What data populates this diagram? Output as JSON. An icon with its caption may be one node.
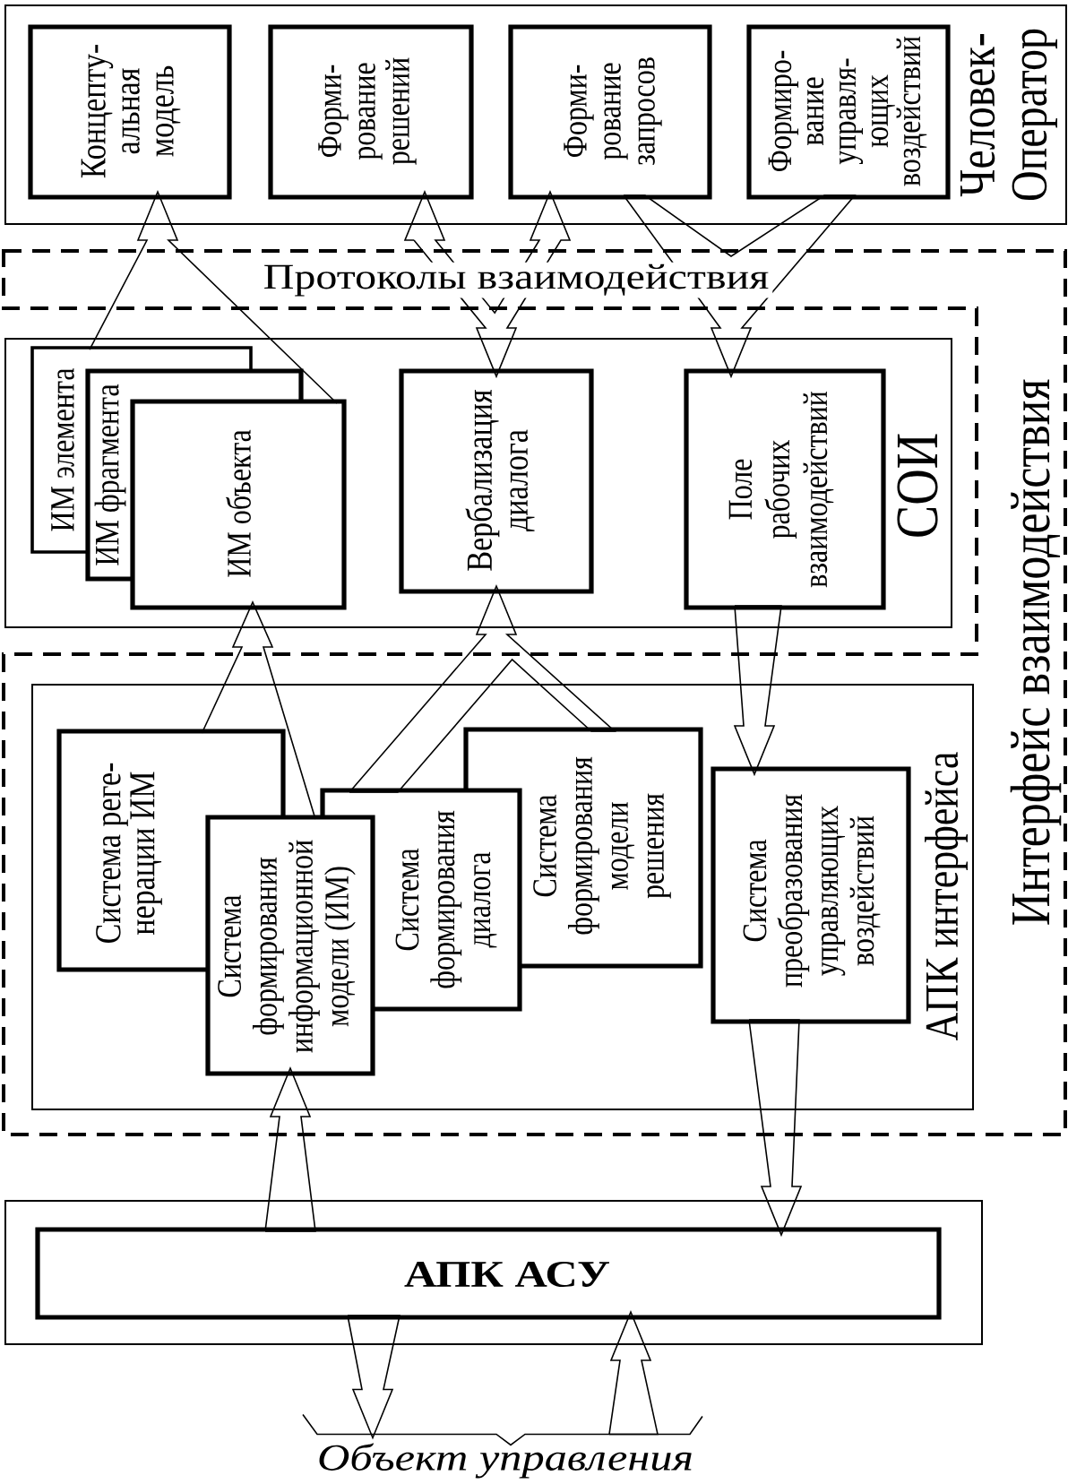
{
  "diagram": {
    "nodes": [
      {
        "text": [
          "Человек- Оператор"
        ]
      },
      {
        "text": [
          "Концепту- альная модель"
        ],
        "in": 0
      },
      {
        "text": [
          "Форми- рование решений"
        ],
        "in": 0
      },
      {
        "text": [
          "Форми- рование запросов"
        ],
        "in": 0
      },
      {
        "text": [
          "Формиро- вание управля- ющих воздействий"
        ],
        "in": 0
      },
      {
        "text": [
          "Протоколы взаимодействия",
          "Интерфейс взаимодействия"
        ]
      },
      {
        "text": [
          "СОИ"
        ],
        "in": 5
      },
      {
        "text": [
          "ИМ элемента"
        ],
        "in": 6
      },
      {
        "text": [
          "ИМ фрагмента"
        ],
        "in": 6
      },
      {
        "text": [
          "ИМ объекта"
        ],
        "in": 6
      },
      {
        "text": [
          "Вербализация диалога"
        ],
        "in": 6
      },
      {
        "text": [
          "Поле рабочих взаимодействий"
        ],
        "in": 6
      },
      {
        "text": [
          "АПК интерфейса"
        ],
        "in": 5
      },
      {
        "text": [
          "Система реге- нерации ИМ"
        ],
        "in": 12
      },
      {
        "text": [
          "Система формирования информационной модели (ИМ)"
        ],
        "in": 12
      },
      {
        "text": [
          "Система формирования диалога"
        ],
        "in": 12
      },
      {
        "text": [
          "Система формирования модели решения"
        ],
        "in": 12
      },
      {
        "text": [
          "Система преобразования управляющих воздействий"
        ],
        "in": 12
      },
      {
        "text": [],
        "shape": "box"
      },
      {
        "text": [
          "АПК АСУ"
        ],
        "in": 18
      },
      {
        "text": [
          "Объект управления"
        ]
      }
    ],
    "edges": [
      {
        "from": 7,
        "to": 1,
        "arrow": "to"
      },
      {
        "from": 9,
        "to": 1,
        "arrow": "to"
      },
      {
        "from": 10,
        "to": 2,
        "arrow": "both"
      },
      {
        "from": 10,
        "to": 3,
        "arrow": "both"
      },
      {
        "from": 3,
        "to": 11,
        "arrow": "to"
      },
      {
        "from": 4,
        "to": 11,
        "arrow": "to"
      },
      {
        "from": 13,
        "to": 9,
        "arrow": "to"
      },
      {
        "from": 14,
        "to": 9,
        "arrow": "to"
      },
      {
        "from": 15,
        "to": 10,
        "arrow": "to"
      },
      {
        "from": 16,
        "to": 10,
        "arrow": "to"
      },
      {
        "from": 11,
        "to": 17,
        "arrow": "to"
      },
      {
        "from": 17,
        "to": 19,
        "arrow": "to"
      },
      {
        "from": 19,
        "to": 14,
        "arrow": "to"
      },
      {
        "from": 19,
        "to": 20,
        "arrow": "to"
      },
      {
        "from": 20,
        "to": 19,
        "arrow": "to"
      }
    ]
  }
}
